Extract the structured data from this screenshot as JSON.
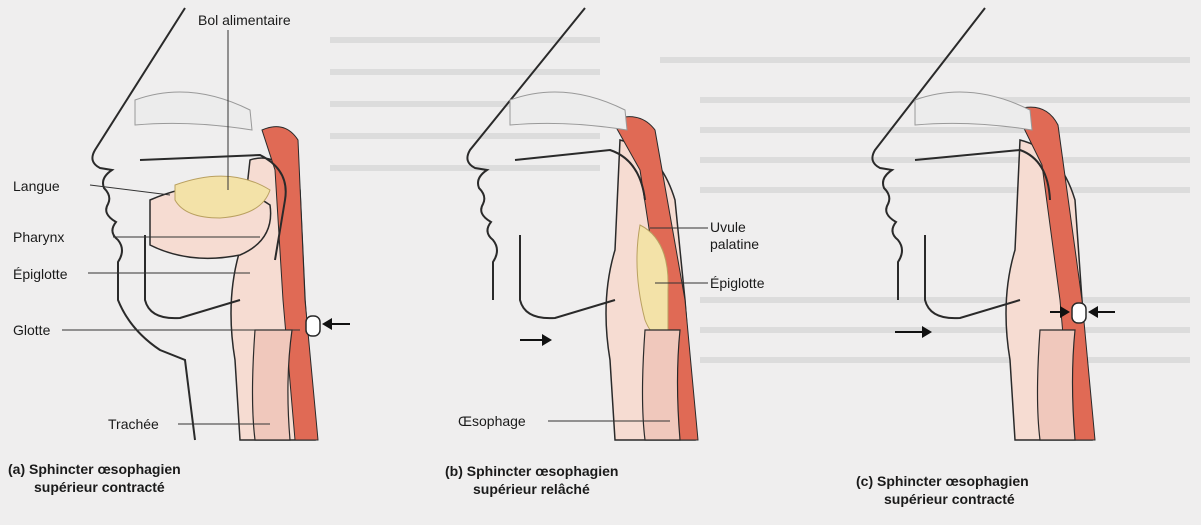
{
  "colors": {
    "page_background": "#efeeee",
    "tissue_fill": "#f6dcd2",
    "muscle_red": "#e06a55",
    "bolus_yellow": "#f3e2a8",
    "outline": "#2a2a2a"
  },
  "labels": {
    "bolus": "Bol alimentaire",
    "tongue": "Langue",
    "pharynx": "Pharynx",
    "epiglottis_a": "Épiglotte",
    "glottis": "Glotte",
    "trachea": "Trachée",
    "uvula_line1": "Uvule",
    "uvula_line2": "palatine",
    "epiglottis_b": "Épiglotte",
    "esophagus": "Œsophage"
  },
  "captions": [
    {
      "letter": "(a)",
      "line1": "Sphincter œsophagien",
      "line2": "supérieur contracté"
    },
    {
      "letter": "(b)",
      "line1": "Sphincter œsophagien",
      "line2": "supérieur relâché"
    },
    {
      "letter": "(c)",
      "line1": "Sphincter œsophagien",
      "line2": "supérieur contracté"
    }
  ]
}
